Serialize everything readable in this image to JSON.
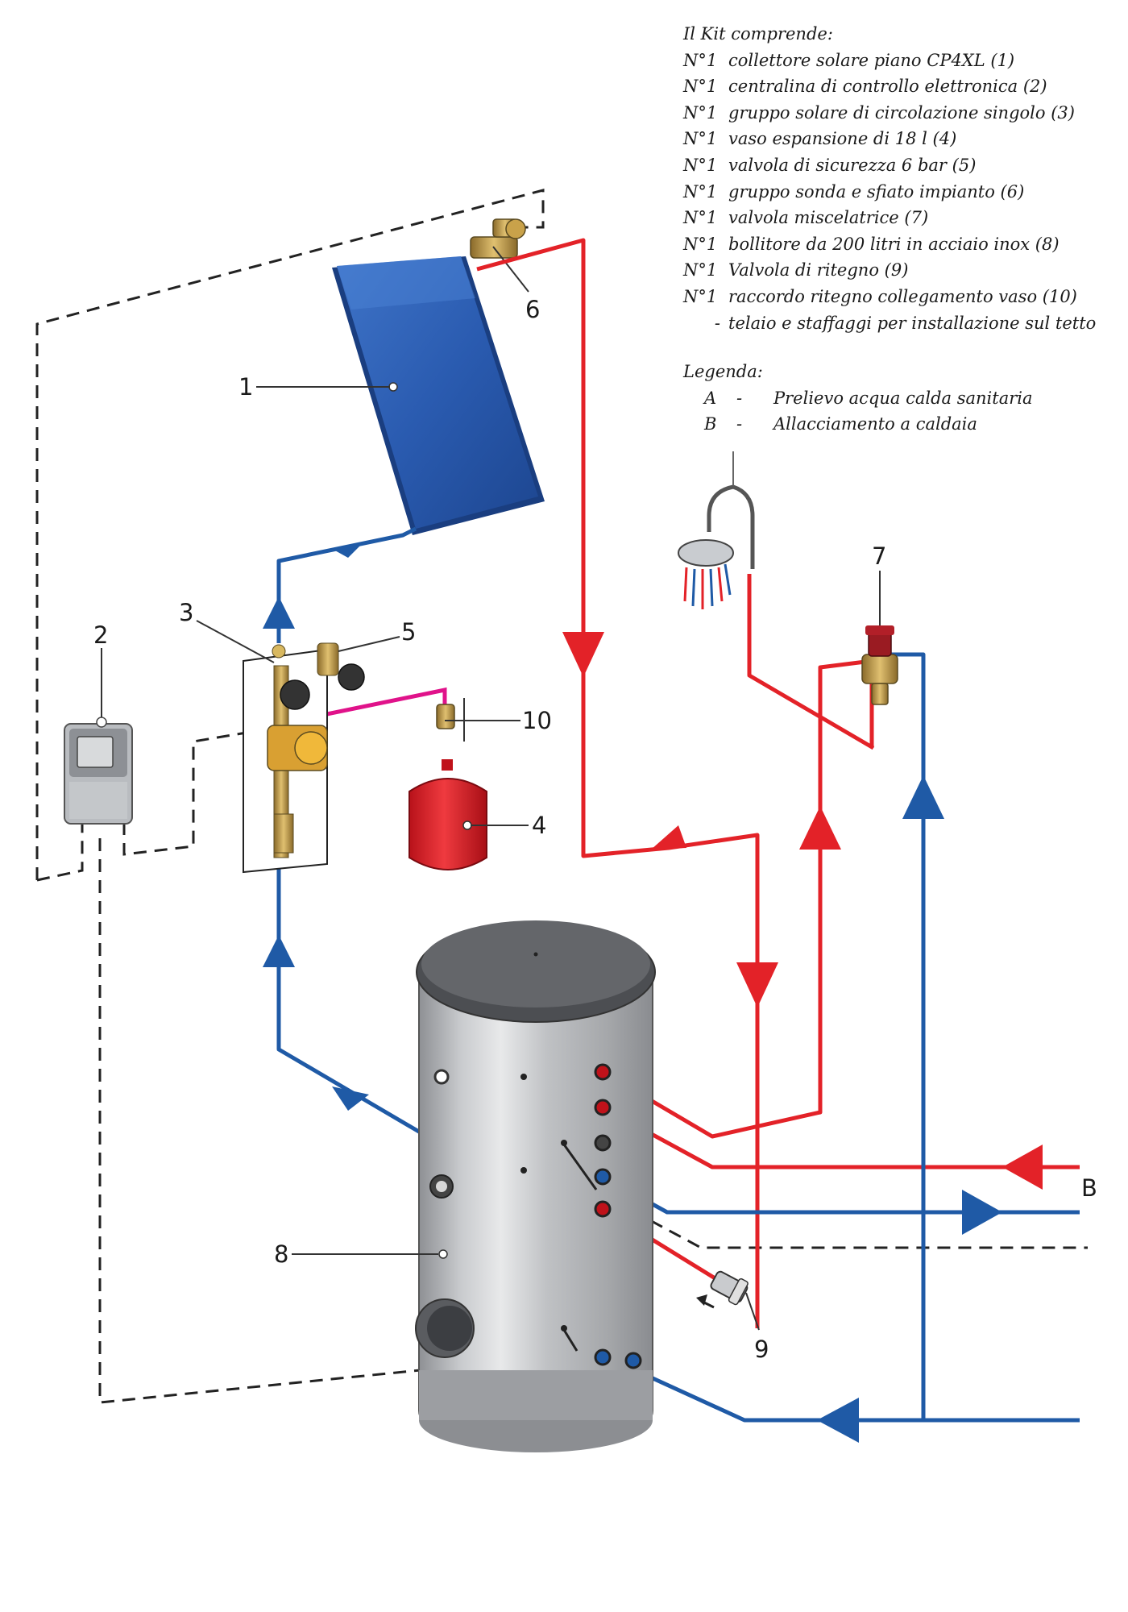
{
  "kit": {
    "title": "Il Kit comprende:",
    "items": [
      {
        "prefix": "N°1",
        "text": "collettore solare piano CP4XL (1)"
      },
      {
        "prefix": "N°1",
        "text": "centralina di controllo elettronica (2)"
      },
      {
        "prefix": "N°1",
        "text": "gruppo solare di circolazione singolo (3)"
      },
      {
        "prefix": "N°1",
        "text": "vaso espansione di 18 l (4)"
      },
      {
        "prefix": "N°1",
        "text": "valvola di sicurezza 6 bar (5)"
      },
      {
        "prefix": "N°1",
        "text": "gruppo sonda e sfiato impianto (6)"
      },
      {
        "prefix": "N°1",
        "text": "valvola miscelatrice (7)"
      },
      {
        "prefix": "N°1",
        "text": "bollitore da 200 litri in acciaio inox (8)"
      },
      {
        "prefix": "N°1",
        "text": "Valvola di ritegno (9)"
      },
      {
        "prefix": "N°1",
        "text": "raccordo ritegno collegamento vaso (10)"
      },
      {
        "prefix": "-",
        "text": "telaio e staffaggi per installazione sul tetto"
      }
    ]
  },
  "legend": {
    "title": "Legenda:",
    "items": [
      {
        "letter": "A",
        "sep": "-",
        "text": "Prelievo acqua calda sanitaria"
      },
      {
        "letter": "B",
        "sep": "-",
        "text": "Allacciamento a caldaia"
      }
    ]
  },
  "labels": {
    "n1": "1",
    "n2": "2",
    "n3": "3",
    "n4": "4",
    "n5": "5",
    "n6": "6",
    "n7": "7",
    "n8": "8",
    "n9": "9",
    "n10": "10",
    "edge_b": "B"
  },
  "colors": {
    "hot_pipe": "#e32228",
    "cold_pipe": "#1f5aa6",
    "vessel_link": "#e0128a",
    "tank_body": "#b8babd",
    "tank_cap": "#5c5e62",
    "panel_blue": "#2a5bb0"
  }
}
